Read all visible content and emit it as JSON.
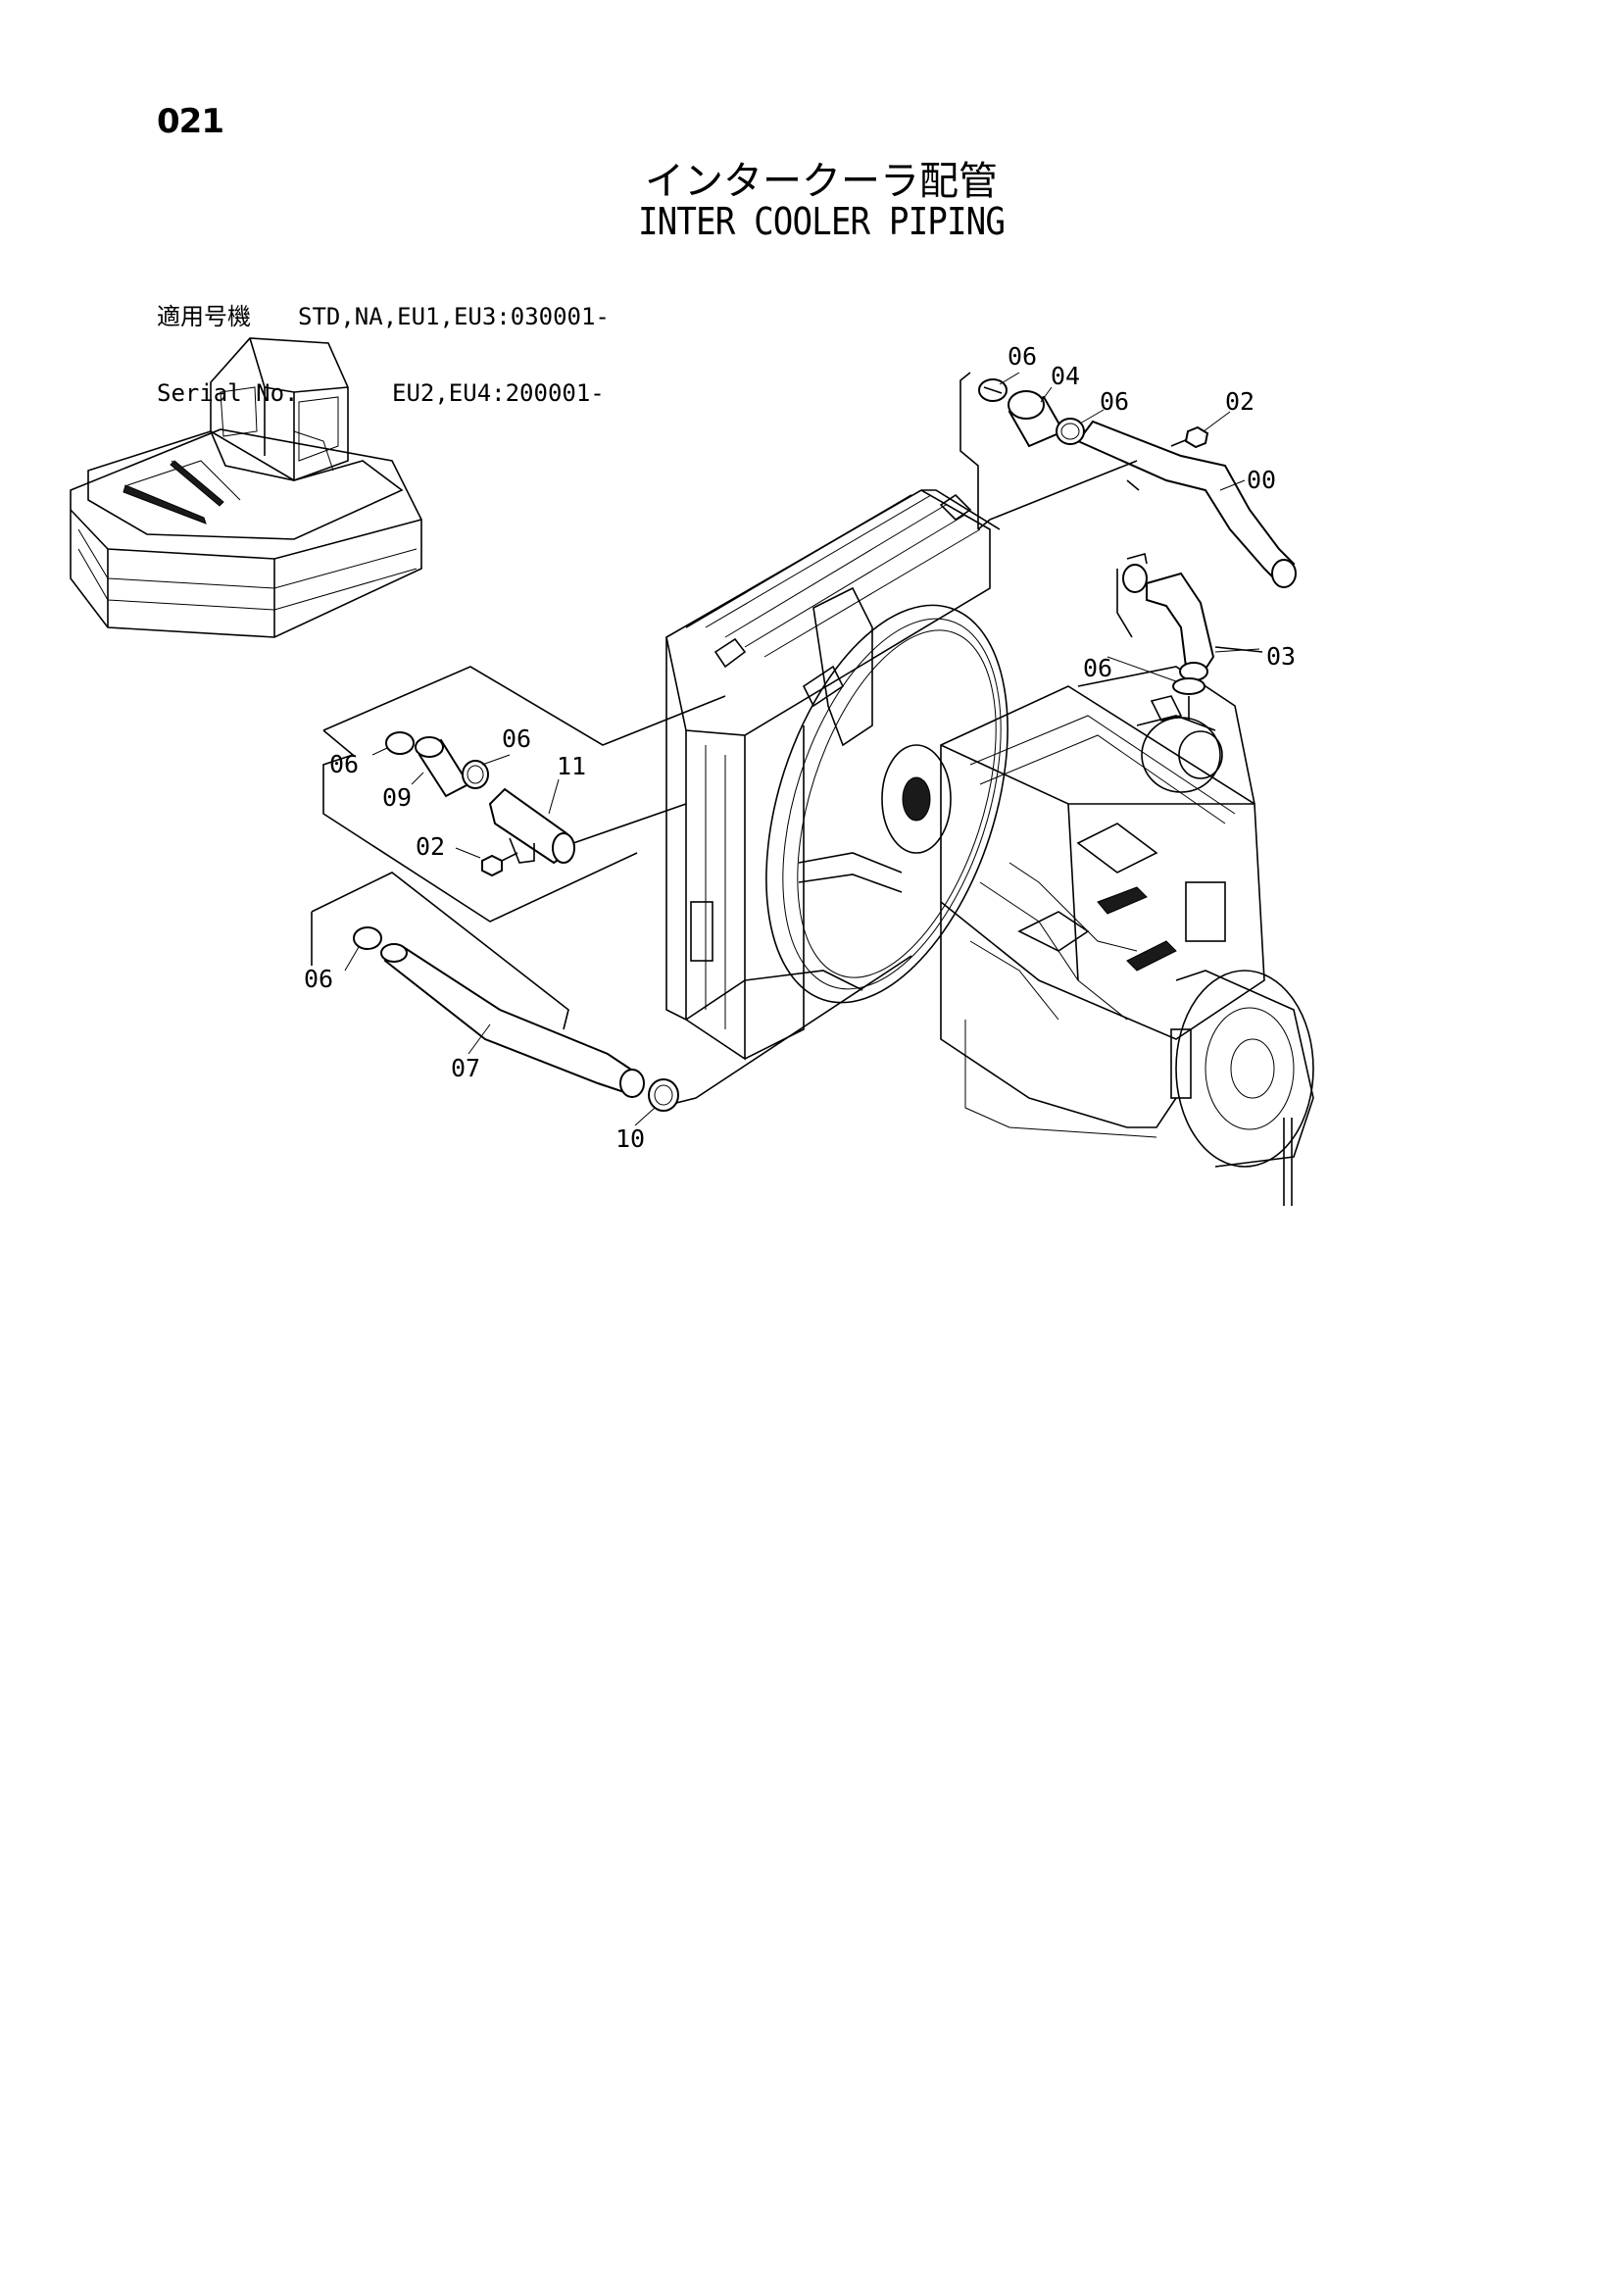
{
  "page_number": "021",
  "title_jp": "インタークーラ配管",
  "title_en": "INTER COOLER PIPING",
  "serial": {
    "label_jp": "適用号機",
    "label_en": "Serial No.",
    "line1": "STD,NA,EU1,EU3:030001-",
    "line2": "EU2,EU4:200001-"
  },
  "callouts": {
    "c06_top": "06",
    "c04": "04",
    "c06_top2": "06",
    "c02_top": "02",
    "c00": "00",
    "c03": "03",
    "c06_mid_right": "06",
    "c06_left": "06",
    "c06_left2": "06",
    "c09": "09",
    "c11": "11",
    "c02_left": "02",
    "c06_lower": "06",
    "c07": "07",
    "c10": "10"
  }
}
